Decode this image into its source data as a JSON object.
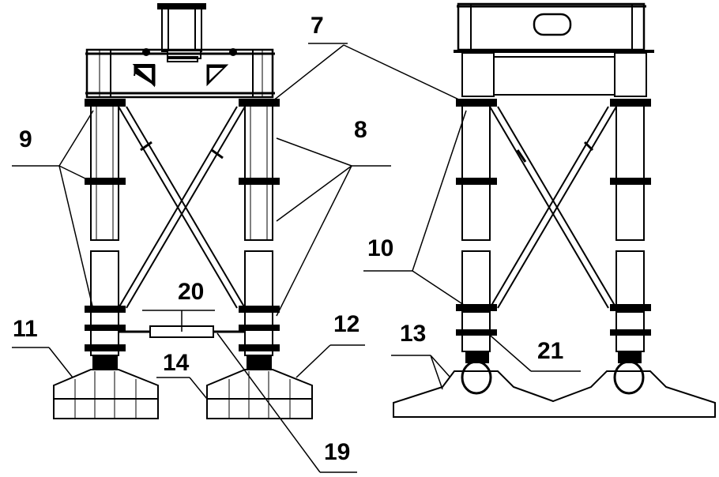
{
  "labels": {
    "l7": "7",
    "l8": "8",
    "l9": "9",
    "l10": "10",
    "l11": "11",
    "l12": "12",
    "l13": "13",
    "l14": "14",
    "l19": "19",
    "l20": "20",
    "l21": "21"
  }
}
